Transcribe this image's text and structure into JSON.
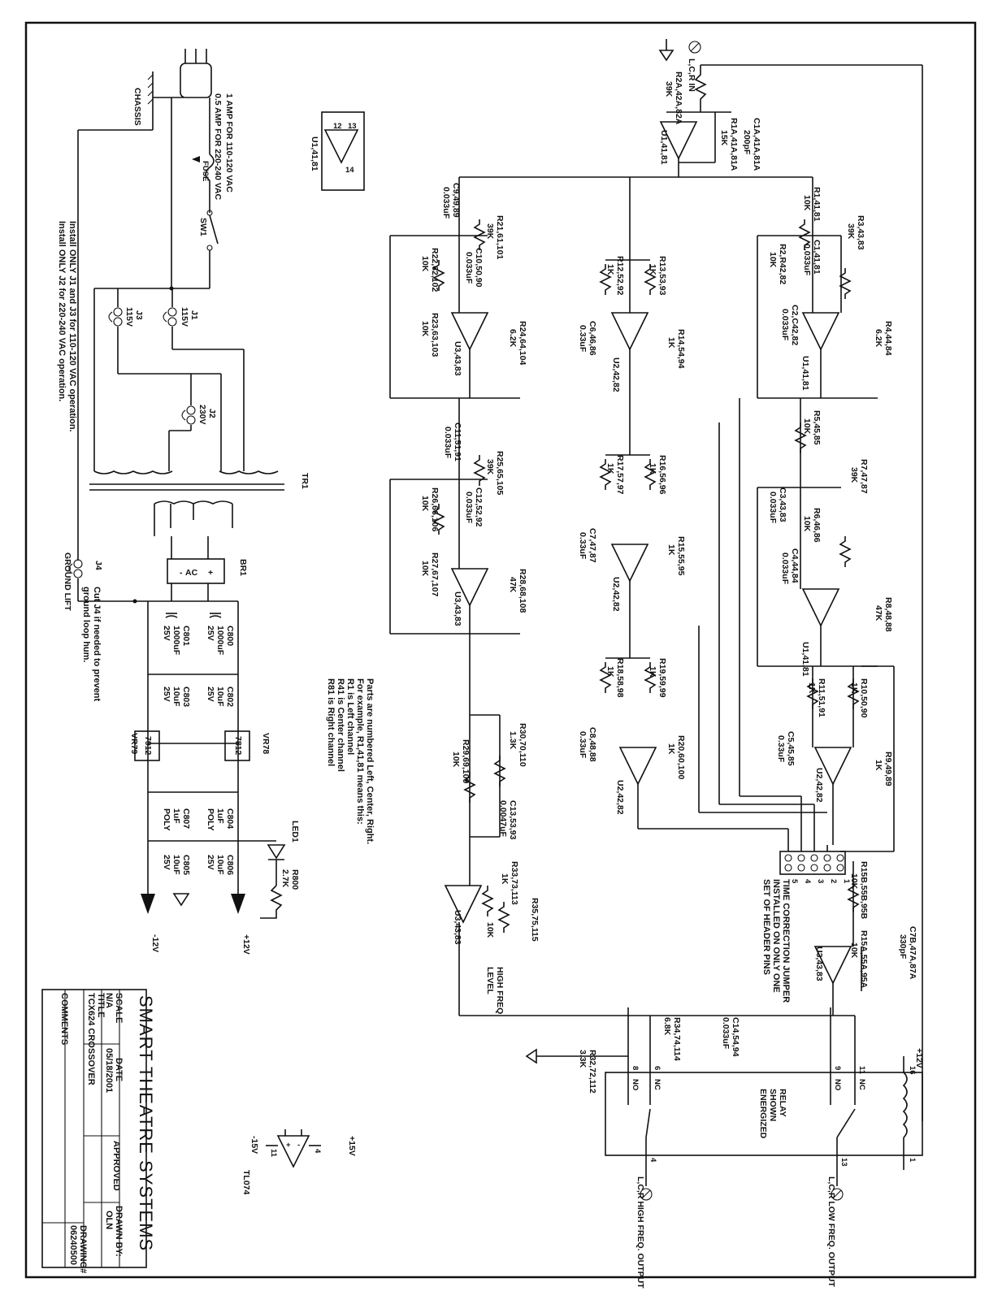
{
  "title_block": {
    "company": "SMART THEATRE SYSTEMS",
    "scale_label": "SCALE",
    "scale_value": "N/A",
    "date_label": "DATE",
    "date_value": "05/18/2001",
    "approved_label": "APPROVED",
    "drawn_label": "DRAWN BY:",
    "drawn_value": "OLN",
    "title_label": "TITLE",
    "title_value": "TCX624 CROSSOVER",
    "drawing_label": "DRAWING#",
    "drawing_value": "06240500",
    "comments_label": "COMMENTS"
  },
  "notes": {
    "parts_numbering": [
      "Parts are numbered Left, Center, Right.",
      "For example, R1,41,81 means this:",
      "R1 is Left channel",
      "R41 is Center channel",
      "R81 is Right channel"
    ],
    "jumper_install": [
      "Install ONLY J1 and J3 for 110-120 VAC operation.",
      "Install ONLY J2 for 220-240 VAC operation."
    ],
    "fuse": [
      "1 AMP FOR 110-120 VAC",
      "0.5 AMP FOR 220-240 VAC"
    ],
    "ground_lift": [
      "Cut J4 if needed to prevent",
      "ground loop hum."
    ],
    "time_correction": [
      "TIME CORRECTION JUMPER",
      "INSTALLED ON ONLY ONE",
      "SET OF HEADER PINS"
    ],
    "relay": [
      "RELAY",
      "SHOWN",
      "ENERGIZED"
    ]
  },
  "power_section": {
    "chassis": "CHASSIS",
    "switch": "SW1",
    "fuse_tag": "FUSE",
    "jumpers": [
      {
        "ref": "J1",
        "value": "115V"
      },
      {
        "ref": "J3",
        "value": "115V"
      },
      {
        "ref": "J2",
        "value": "230V"
      },
      {
        "ref": "J4",
        "value": "GROUND LIFT"
      }
    ],
    "transformer": "TR1",
    "bridge": {
      "ref": "BR1",
      "label": "AC"
    },
    "caps": [
      {
        "ref": "C800",
        "value": "1000uF",
        "rating": "25V"
      },
      {
        "ref": "C801",
        "value": "1000uF",
        "rating": "25V"
      },
      {
        "ref": "C802",
        "value": "10uF",
        "rating": "25V"
      },
      {
        "ref": "C803",
        "value": "10uF",
        "rating": "25V"
      },
      {
        "ref": "C804",
        "value": "1uF",
        "rating": "POLY"
      },
      {
        "ref": "C807",
        "value": "1uF",
        "rating": "POLY"
      },
      {
        "ref": "C806",
        "value": "10uF",
        "rating": "25V"
      },
      {
        "ref": "C805",
        "value": "10uF",
        "rating": "25V"
      }
    ],
    "regulators": [
      {
        "ref": "VR78",
        "part": "7812"
      },
      {
        "ref": "VR79",
        "part": "7912"
      }
    ],
    "led": {
      "ref": "LED1",
      "resistor": "R800",
      "value": "2.7K"
    },
    "rails": [
      "+12V",
      "-12V"
    ]
  },
  "signal_section": {
    "input": "L,C,R IN",
    "outputs": [
      "L,C,R HIGH FREQ. OUTPUT",
      "L,C,R LOW FREQ. OUTPUT"
    ],
    "pot_label": [
      "HIGH FREQ",
      "LEVEL"
    ],
    "tl074": {
      "name": "TL074",
      "pos": "+15V",
      "neg": "-15V",
      "pins": [
        "4",
        "11"
      ]
    },
    "parts": [
      [
        "R2A,42A,82A",
        "39K"
      ],
      [
        "R1A,41A,81A",
        "15K"
      ],
      [
        "C1A,41A,81A",
        "200pF"
      ],
      [
        "U1,41,81",
        ""
      ],
      [
        "C9,49,89",
        "0.033uF"
      ],
      [
        "R21,61,101",
        "39K"
      ],
      [
        "C10,50,90",
        "0.033uF"
      ],
      [
        "R22,62,102",
        "10K"
      ],
      [
        "R23,63,103",
        "10K"
      ],
      [
        "R24,64,104",
        "6.2K"
      ],
      [
        "U3,43,83",
        ""
      ],
      [
        "C11,51,91",
        "0.033uF"
      ],
      [
        "R25,65,105",
        "39K"
      ],
      [
        "C12,52,92",
        "0.033uF"
      ],
      [
        "R26,66,106",
        "10K"
      ],
      [
        "R27,67,107",
        "10K"
      ],
      [
        "R28,68,108",
        "47K"
      ],
      [
        "R30,70,110",
        "1.3K"
      ],
      [
        "R29,69,109",
        "10K"
      ],
      [
        "C13,53,93",
        "0.0047uF"
      ],
      [
        "R33,73,113",
        "1K"
      ],
      [
        "R35,75,115",
        "10K"
      ],
      [
        "R12,52,92",
        "1K"
      ],
      [
        "R13,53,93",
        "1K"
      ],
      [
        "C6,46,86",
        "0.33uF"
      ],
      [
        "R14,54,94",
        "1K"
      ],
      [
        "U2,42,82",
        ""
      ],
      [
        "R17,57,97",
        "1K"
      ],
      [
        "R16,56,96",
        "1K"
      ],
      [
        "C7,47,87",
        "0.33uF"
      ],
      [
        "R15,55,95",
        "1K"
      ],
      [
        "R18,58,98",
        "1K"
      ],
      [
        "R19,59,99",
        "1K"
      ],
      [
        "C8,48,88",
        "0.33uF"
      ],
      [
        "R20,60,100",
        "1K"
      ],
      [
        "R1,41,81",
        "10K"
      ],
      [
        "R3,43,83",
        "39K"
      ],
      [
        "C1,41,81",
        "0.033uF"
      ],
      [
        "R2,R42,82",
        "10K"
      ],
      [
        "C2,C42,82",
        "0.033uF"
      ],
      [
        "R4,44,84",
        "6.2K"
      ],
      [
        "R5,45,85",
        "10K"
      ],
      [
        "R7,47,87",
        "39K"
      ],
      [
        "C3,43,83",
        "0.033uF"
      ],
      [
        "R6,46,86",
        "10K"
      ],
      [
        "C4,44,84",
        "0.033uF"
      ],
      [
        "R8,48,88",
        "47K"
      ],
      [
        "R11,51,91",
        "1K"
      ],
      [
        "R10,50,90",
        "1K"
      ],
      [
        "C5,45,85",
        "0.33uF"
      ],
      [
        "R9,49,89",
        "1K"
      ],
      [
        "R15B,55B,95B",
        "10K"
      ],
      [
        "R15A,55A,95A",
        "10K"
      ],
      [
        "C7B,47A,87A",
        "330pF"
      ],
      [
        "C14,54,94",
        "0.033uF"
      ],
      [
        "R34,74,114",
        "6.8K"
      ],
      [
        "R32,72,112",
        "3.3K"
      ]
    ],
    "relay_pins": [
      "16",
      "11",
      "9",
      "13",
      "1",
      "6",
      "8",
      "4"
    ],
    "relay_contacts": [
      "NC",
      "NO",
      "NC",
      "NO"
    ],
    "supply": "+12V",
    "header_pins": [
      "1",
      "2",
      "3",
      "4",
      "5"
    ]
  }
}
